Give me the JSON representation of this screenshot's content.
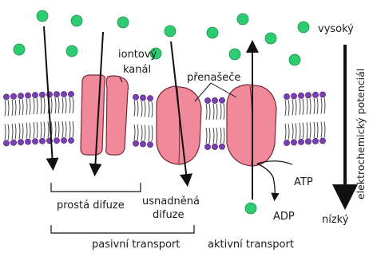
{
  "labels": {
    "ion_channel_line1": "iontový",
    "ion_channel_line2": "kanál",
    "carriers": "přenašeče",
    "high": "vysoký",
    "low": "nízký",
    "gradient_axis": "elektrochemický potenciál",
    "simple_diffusion": "prostá difuze",
    "facilitated_line1": "usnadněná",
    "facilitated_line2": "difuze",
    "passive_transport": "pasivní transport",
    "active_transport": "aktivní transport",
    "atp": "ATP",
    "adp": "ADP"
  },
  "colors": {
    "molecule": "#2ecc71",
    "protein": "#f08a9a",
    "protein_stroke": "#7a2a3a",
    "lipid_head": "#7b3fb3",
    "arrow": "#111111"
  }
}
